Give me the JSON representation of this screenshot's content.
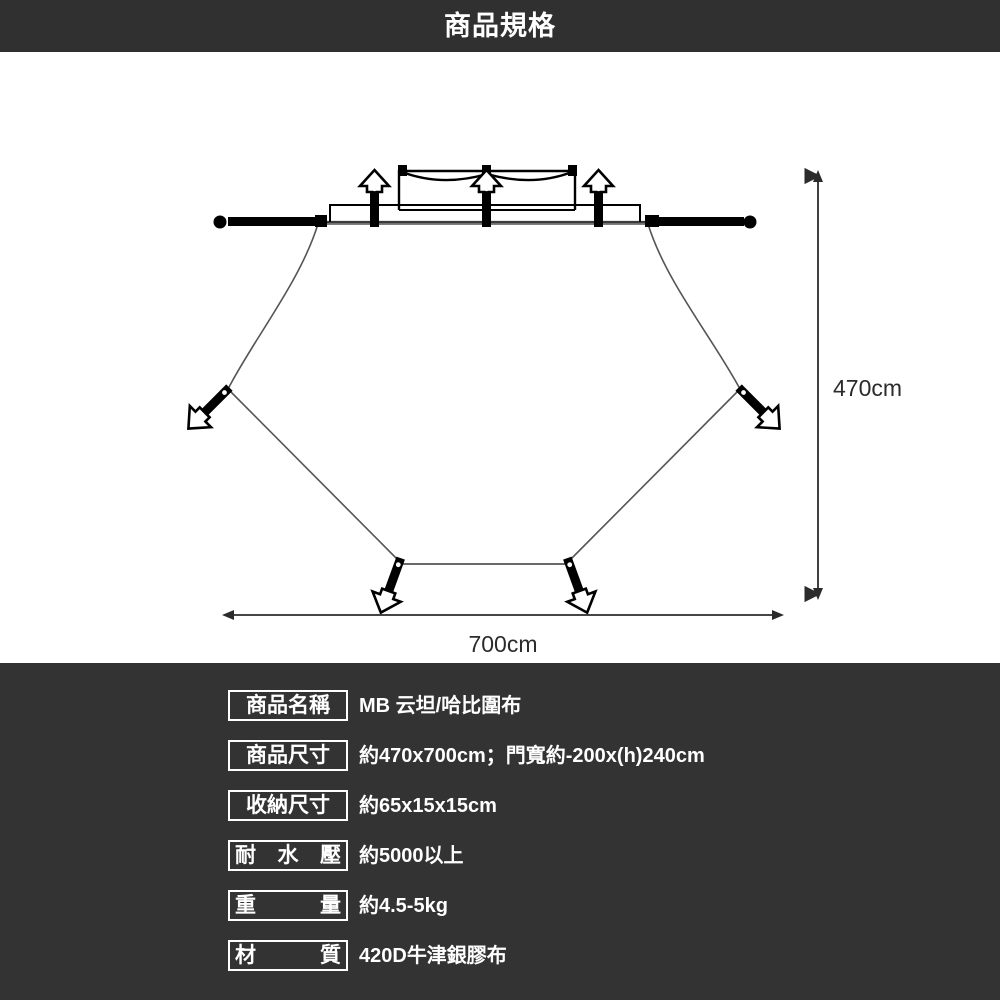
{
  "header": {
    "title": "商品規格"
  },
  "diagram": {
    "name": "tent-footprint-dimension-drawing",
    "width_dimension": {
      "label": "700cm",
      "orientation": "horizontal"
    },
    "height_dimension": {
      "label": "470cm",
      "orientation": "vertical"
    },
    "parts": {
      "ridge_pole_left": "ridge-pole-left",
      "ridge_pole_right": "ridge-pole-right",
      "upright_poles": 3,
      "corner_stakes": 4,
      "canopy_outline": "hexagonal-tarp-outline",
      "door_frame": "door-frame-rectangle"
    },
    "colors": {
      "ink": "#000000",
      "line": "#4a4a4a",
      "dimension": "#2b2b2b"
    }
  },
  "spec_panel": {
    "background": "#333333",
    "rows": [
      {
        "label": "商品名稱",
        "label_chars": [
          "商",
          "品",
          "名",
          "稱"
        ],
        "value": "MB 云坦/哈比圍布"
      },
      {
        "label": "商品尺寸",
        "label_chars": [
          "商",
          "品",
          "尺",
          "寸"
        ],
        "value": "約470x700cm；門寬約-200x(h)240cm"
      },
      {
        "label": "收納尺寸",
        "label_chars": [
          "收",
          "納",
          "尺",
          "寸"
        ],
        "value": "約65x15x15cm"
      },
      {
        "label": "耐 水 壓",
        "label_chars": [
          "耐",
          "水",
          "壓"
        ],
        "value": "約5000以上"
      },
      {
        "label": "重　　量",
        "label_chars": [
          "重",
          "量"
        ],
        "value": "約4.5-5kg"
      },
      {
        "label": "材　　質",
        "label_chars": [
          "材",
          "質"
        ],
        "value": "420D牛津銀膠布"
      }
    ]
  }
}
